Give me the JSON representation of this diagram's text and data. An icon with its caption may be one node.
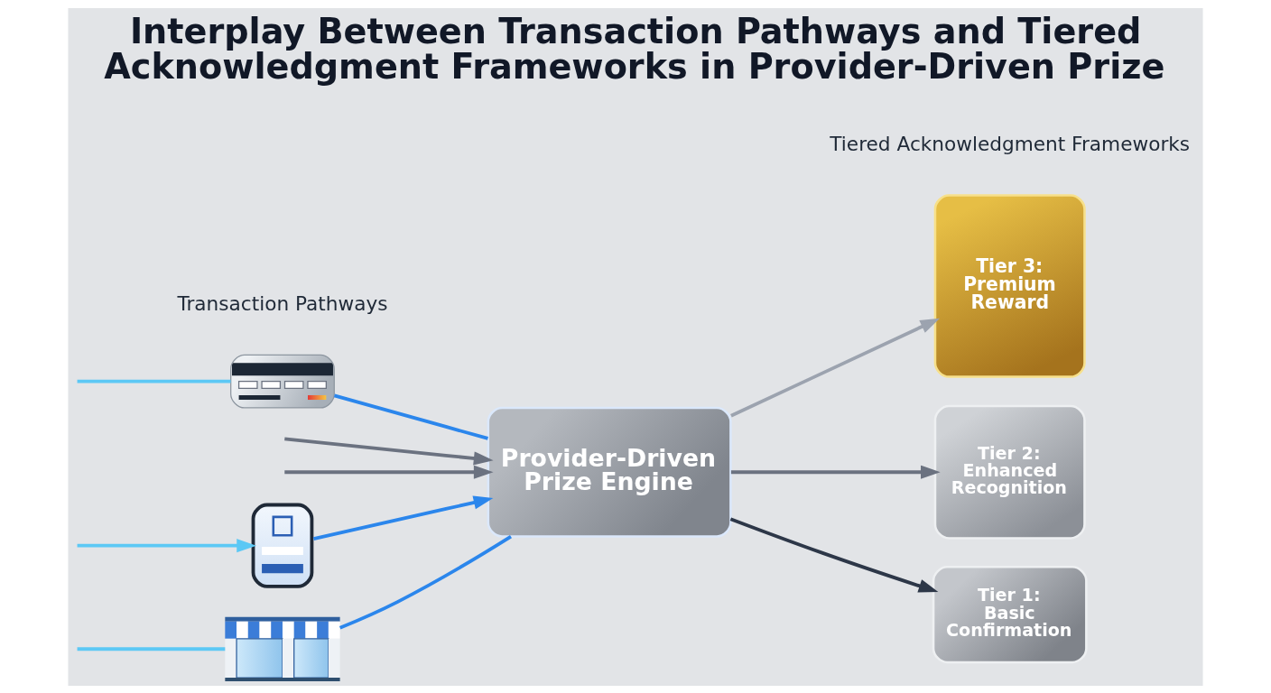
{
  "diagram": {
    "title": "Interplay Between Transaction Pathways and Tiered Acknowledgment Frameworks in Provider-Driven Prize",
    "nodes": [
      {
        "text": [],
        "shape": "picture"
      },
      {
        "text": [],
        "shape": "picture"
      },
      {
        "text": [],
        "shape": "picture"
      },
      {
        "text": [
          "Provider-Driven Prize Engine"
        ]
      },
      {
        "text": [
          "Tier 1: Basic Confirmation"
        ]
      },
      {
        "text": [
          "Tier 2: Enhanced Recognition"
        ]
      },
      {
        "text": [
          "Tier 3: Premium Reward"
        ]
      }
    ],
    "edges": [
      {
        "from": null,
        "to": 0,
        "arrow": "none",
        "color": "#5cc8f5"
      },
      {
        "from": 0,
        "to": 3,
        "arrow": "none",
        "color": "#2b86ec"
      },
      {
        "from": null,
        "to": 1,
        "arrow": "to",
        "color": "#5cc8f5"
      },
      {
        "from": 1,
        "to": 3,
        "arrow": "to",
        "color": "#2b86ec"
      },
      {
        "from": null,
        "to": 2,
        "arrow": "none",
        "color": "#5cc8f5"
      },
      {
        "from": 2,
        "to": 3,
        "arrow": "none",
        "color": "#2b86ec"
      },
      {
        "from": null,
        "to": 3,
        "arrow": "to",
        "color": "#6b7280"
      },
      {
        "from": null,
        "to": 3,
        "arrow": "to",
        "color": "#6b7280"
      },
      {
        "from": 3,
        "to": 6,
        "arrow": "to",
        "color": "#9ca3af"
      },
      {
        "from": 3,
        "to": 5,
        "arrow": "to",
        "color": "#6b7280"
      },
      {
        "from": 3,
        "to": 4,
        "arrow": "to",
        "color": "#2d3748"
      }
    ],
    "labels": [
      "Transaction Pathways",
      "Tiered Acknowledgment Frameworks"
    ]
  }
}
